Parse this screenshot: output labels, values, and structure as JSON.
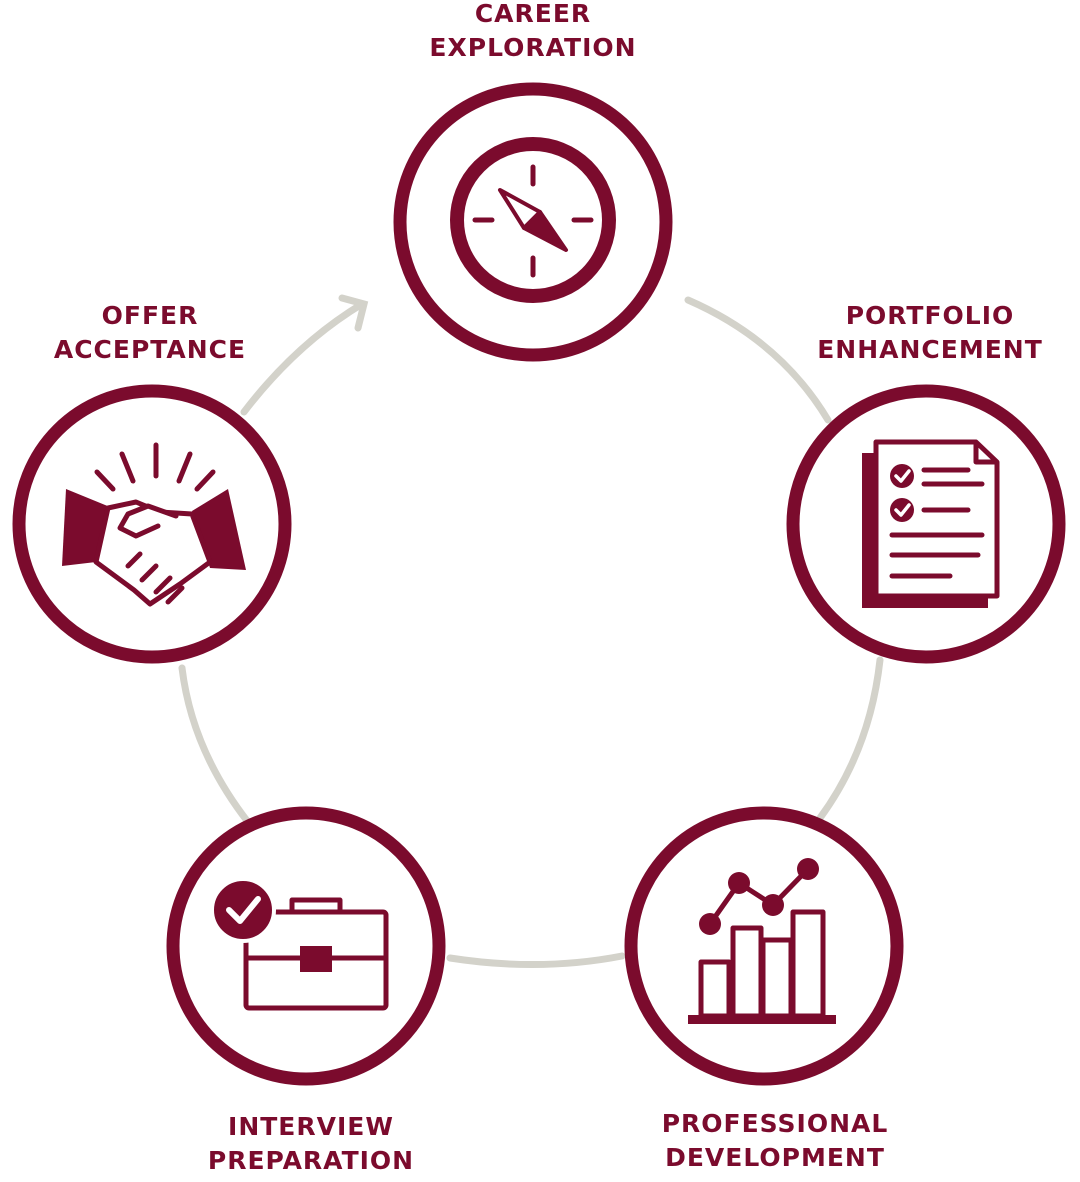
{
  "colors": {
    "accent": "#7b0b2d",
    "connector": "#d3d2ca",
    "background": "#ffffff"
  },
  "stages": [
    {
      "id": "career-exploration",
      "icon": "compass-icon",
      "label_lines": [
        "CAREER",
        "EXPLORATION"
      ]
    },
    {
      "id": "portfolio-enhancement",
      "icon": "document-checklist-icon",
      "label_lines": [
        "PORTFOLIO",
        "ENHANCEMENT"
      ]
    },
    {
      "id": "professional-development",
      "icon": "growth-chart-icon",
      "label_lines": [
        "PROFESSIONAL",
        "DEVELOPMENT"
      ]
    },
    {
      "id": "interview-preparation",
      "icon": "briefcase-check-icon",
      "label_lines": [
        "INTERVIEW",
        "PREPARATION"
      ]
    },
    {
      "id": "offer-acceptance",
      "icon": "handshake-icon",
      "label_lines": [
        "OFFER",
        "ACCEPTANCE"
      ]
    }
  ]
}
